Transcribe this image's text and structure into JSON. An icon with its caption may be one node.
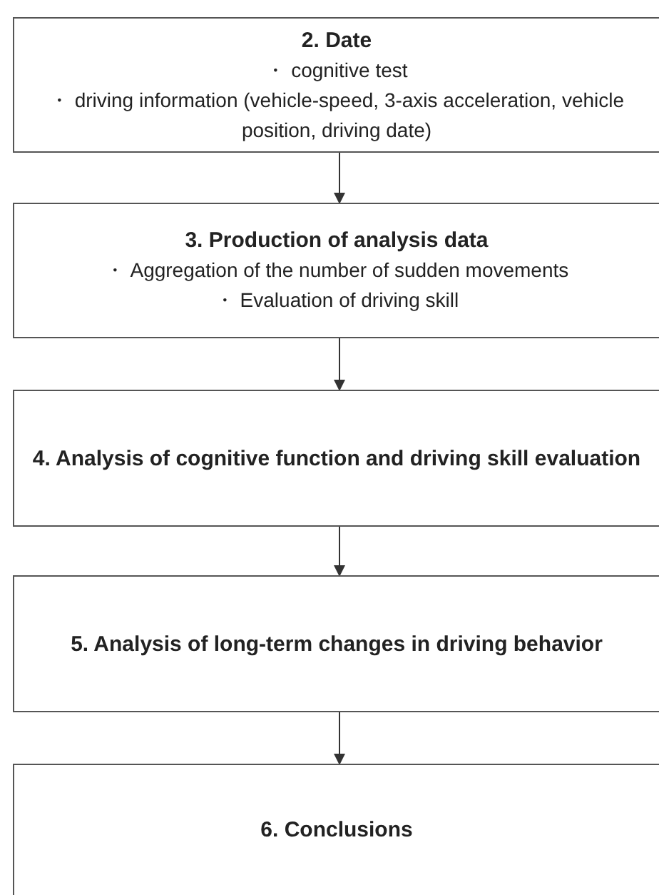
{
  "diagram": {
    "nodes": [
      {
        "text": [
          "2. Date",
          "・ cognitive test",
          "・ driving information (vehicle-speed, 3-axis acceleration, vehicle position, driving date)"
        ]
      },
      {
        "text": [
          "3. Production of analysis data",
          "・ Aggregation of the number of sudden movements",
          "・  Evaluation of driving skill"
        ]
      },
      {
        "text": [
          "4. Analysis of cognitive function and driving skill evaluation"
        ]
      },
      {
        "text": [
          "5. Analysis of long-term changes in driving behavior"
        ]
      },
      {
        "text": [
          "6. Conclusions"
        ]
      }
    ],
    "edges": [
      {
        "from": 0,
        "to": 1,
        "arrow": "to"
      },
      {
        "from": 1,
        "to": 2,
        "arrow": "to"
      },
      {
        "from": 2,
        "to": 3,
        "arrow": "to"
      },
      {
        "from": 3,
        "to": 4,
        "arrow": "to"
      }
    ]
  }
}
